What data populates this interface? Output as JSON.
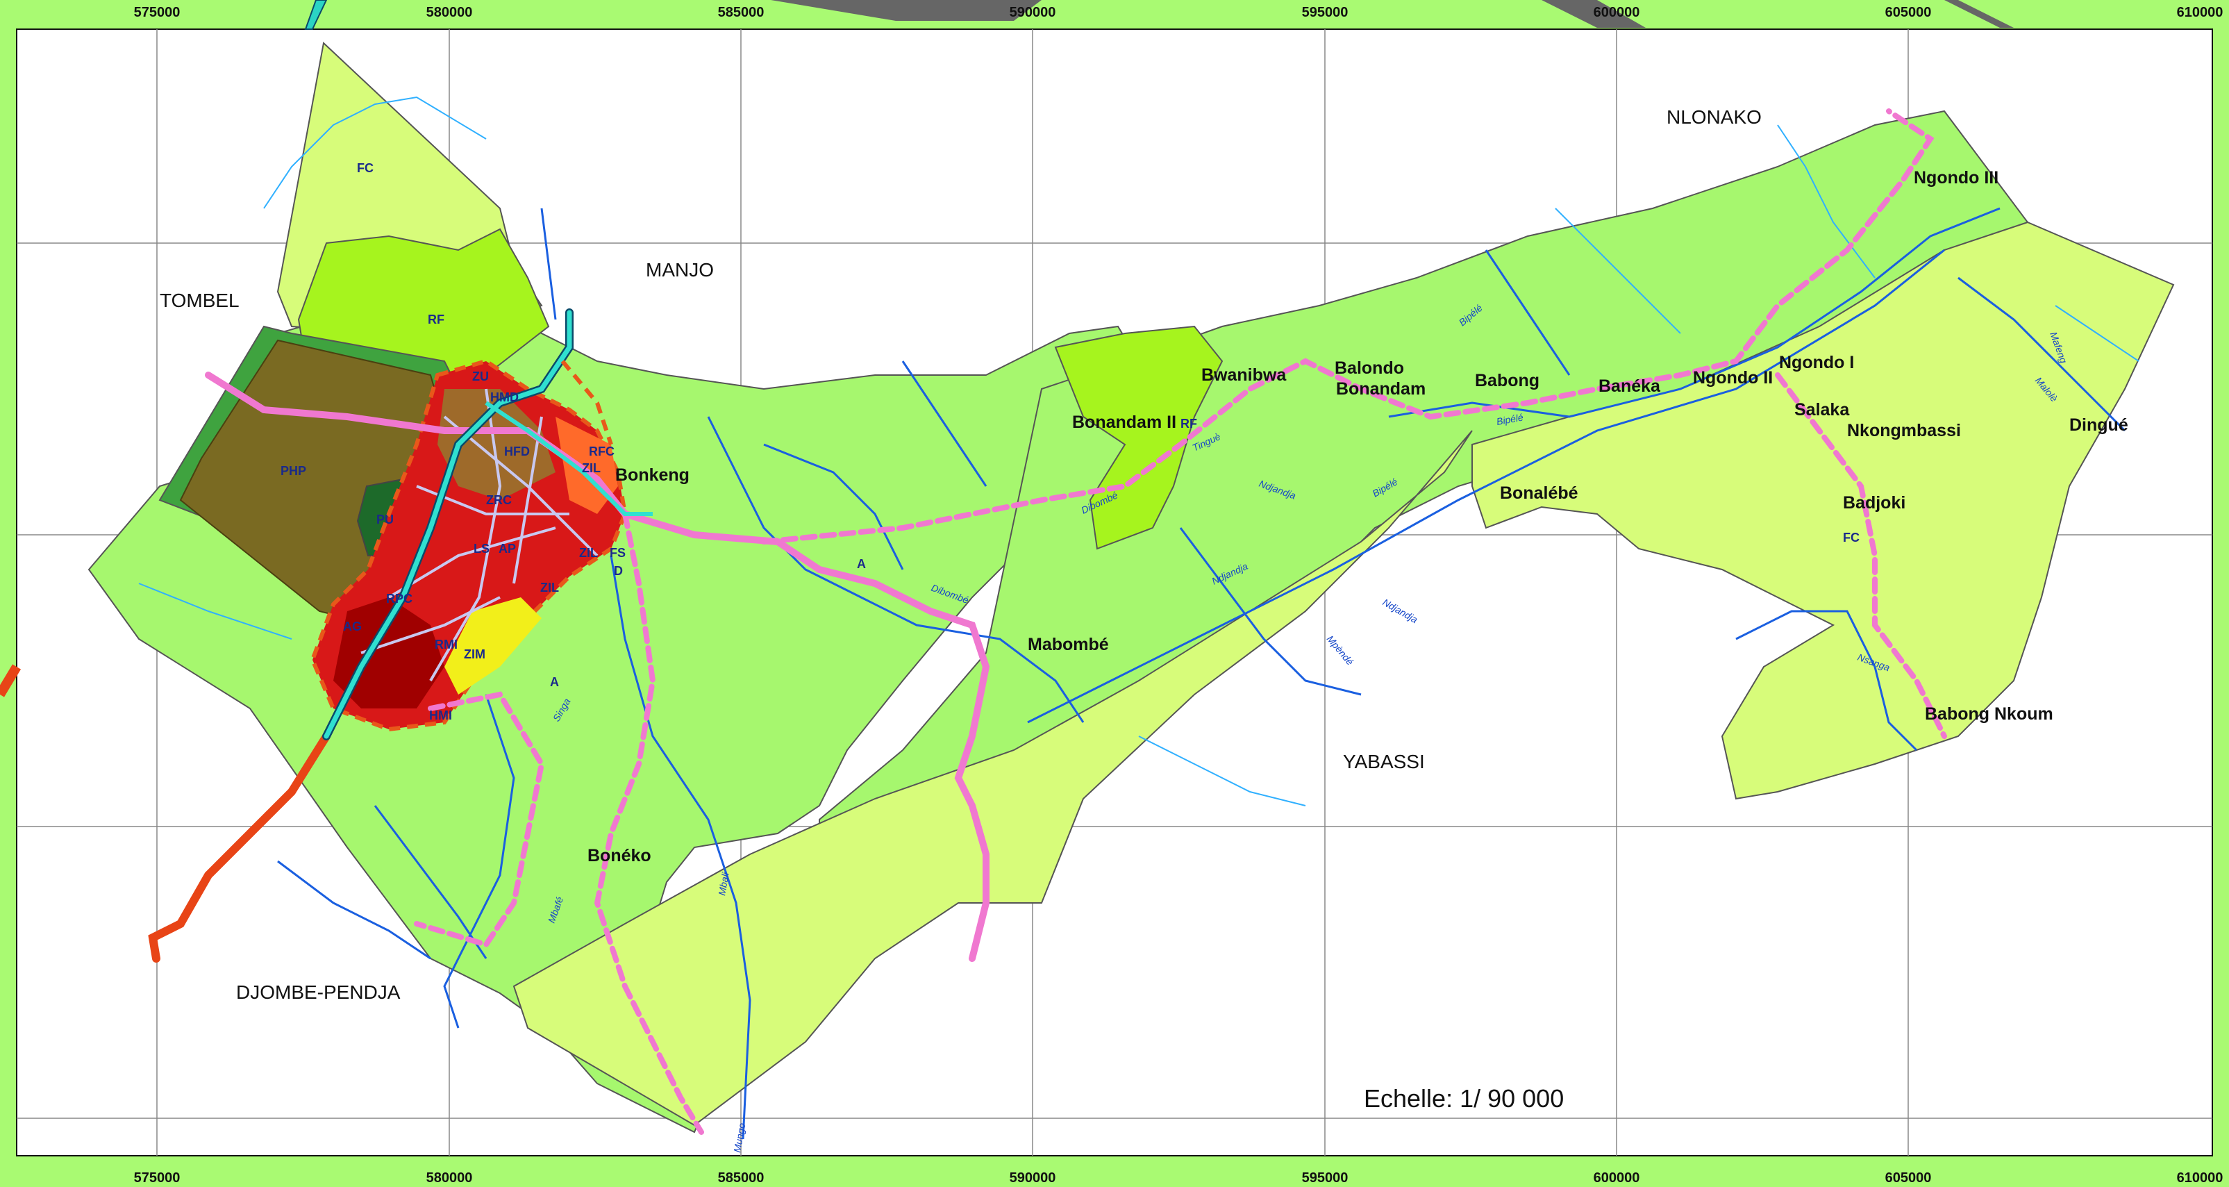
{
  "colors": {
    "frame": "#a9fa72",
    "background": "#ffffff",
    "zone_light": "#d7fc7a",
    "zone_mid": "#a6f76e",
    "zone_lime": "#a6f41e",
    "zone_forest": "#3fa33f",
    "zone_olive": "#7a6a22",
    "urban_red": "#cc1010",
    "urban_dark": "#a00000",
    "river": "#1a5fe0",
    "road_pink": "#f078d0",
    "road_orange": "#e84416",
    "road_cyan": "#30e0d0",
    "grid": "#808080"
  },
  "map": {
    "x_ticks": [
      "575000",
      "580000",
      "585000",
      "590000",
      "595000",
      "600000",
      "605000",
      "610000"
    ],
    "scale_label": "Echelle: 1/ 90 000",
    "regions": [
      "TOMBEL",
      "MANJO",
      "NLONAKO",
      "YABASSI",
      "DJOMBE-PENDJA"
    ],
    "villages": [
      "Bonkeng",
      "Bwanibwa",
      "Balondo",
      "Bonandam",
      "Babong",
      "Banéka",
      "Ngondo II",
      "Ngondo I",
      "Ngondo III",
      "Salaka",
      "Nkongmbassi",
      "Dingué",
      "Bonandam II",
      "Bonalébé",
      "Badjoki",
      "Mabombé",
      "Babong Nkoum",
      "Bonéko"
    ],
    "zones": [
      "FC",
      "RF",
      "PHP",
      "PU",
      "AG",
      "A",
      "A",
      "FC",
      "RF",
      "ZU",
      "HMD",
      "HFD",
      "RFC",
      "ZIL",
      "ZIL",
      "ZIL",
      "ZRC",
      "LS",
      "AP",
      "ZIM",
      "FS",
      "D",
      "RPC",
      "RMI",
      "HMI"
    ],
    "rivers": [
      "Tinguè",
      "Dibombé",
      "Dibombé",
      "Ndjandja",
      "Ndjandja",
      "Ndjandja",
      "Bipélé",
      "Bipélé",
      "Bipélé",
      "Mpèndé",
      "Singa",
      "Mbafé",
      "Mbali",
      "Mungo",
      "Nsanga",
      "Mafeng",
      "Malolè"
    ]
  }
}
